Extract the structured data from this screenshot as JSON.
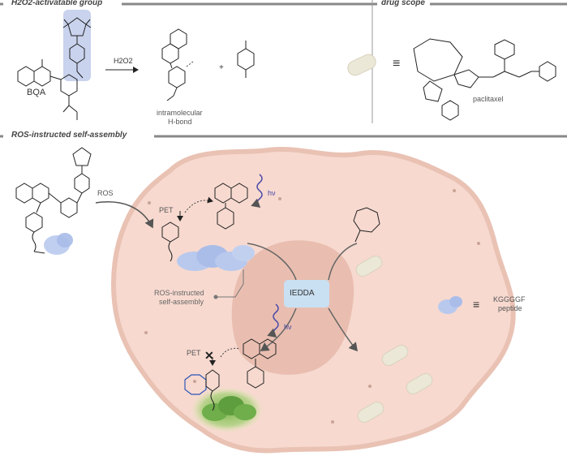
{
  "headers": {
    "top_left": "H2O2-activatable group",
    "top_right": "drug scope",
    "bottom": "ROS-instructed self-assembly"
  },
  "top": {
    "bqa": "BQA",
    "reagent": "H2O2",
    "plus": "+",
    "intramolecular": "intramolecular",
    "hbond": "H-bond",
    "equiv": "≡",
    "paclitaxel": "paclitaxel"
  },
  "bottom": {
    "ros": "ROS",
    "pet_top": "PET",
    "hv_top": "hν",
    "hv_bottom": "hν",
    "iedda": "IEDDA",
    "self_assembly_1": "ROS-instructed",
    "self_assembly_2": "self-assembly",
    "pet_bottom": "PET",
    "peptide_1": "KGGGGF",
    "peptide_2": "peptide",
    "equiv": "≡"
  },
  "colors": {
    "cell_fill": "#f7d9cf",
    "cell_stroke": "#e9c2b4",
    "nucleus": "#e6b8aa",
    "highlight": "#c9d3ee",
    "peptide": "#b9c9ee",
    "peptide_glow": "#7fbf52",
    "wave": "#4a4aa8",
    "iedda_box": "#c9dff2",
    "pill": "#ece8d8"
  }
}
